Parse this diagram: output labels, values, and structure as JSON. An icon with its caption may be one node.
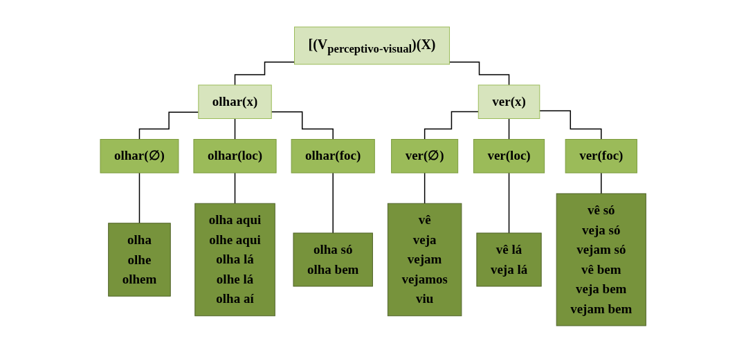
{
  "diagram": {
    "nodes": [
      {
        "text": [
          "[(V$_{perceptivo-visual}$)(X)"
        ]
      },
      {
        "text": [
          "olhar(x)"
        ]
      },
      {
        "text": [
          "ver(x)"
        ]
      },
      {
        "text": [
          "olhar(∅)"
        ]
      },
      {
        "text": [
          "olhar(loc)"
        ]
      },
      {
        "text": [
          "olhar(foc)"
        ]
      },
      {
        "text": [
          "ver(∅)"
        ]
      },
      {
        "text": [
          "ver(loc)"
        ]
      },
      {
        "text": [
          "ver(foc)"
        ]
      },
      {
        "text": [
          "olha",
          "olhe",
          "olhem"
        ]
      },
      {
        "text": [
          "olha aqui",
          "olhe aqui",
          "olha lá",
          "olhe lá",
          "olha aí"
        ]
      },
      {
        "text": [
          "olha só",
          "olha bem"
        ]
      },
      {
        "text": [
          "vê",
          "veja",
          "vejam",
          "vejamos",
          "viu"
        ]
      },
      {
        "text": [
          "vê lá",
          "veja lá"
        ]
      },
      {
        "text": [
          "vê só",
          "veja só",
          "vejam só",
          "vê bem",
          "veja bem",
          "vejam bem"
        ]
      }
    ],
    "edges": [
      {
        "from": 0,
        "to": 1,
        "arrow": "none"
      },
      {
        "from": 0,
        "to": 2,
        "arrow": "none"
      },
      {
        "from": 1,
        "to": 3,
        "arrow": "none"
      },
      {
        "from": 1,
        "to": 4,
        "arrow": "none"
      },
      {
        "from": 1,
        "to": 5,
        "arrow": "none"
      },
      {
        "from": 2,
        "to": 6,
        "arrow": "none"
      },
      {
        "from": 2,
        "to": 7,
        "arrow": "none"
      },
      {
        "from": 2,
        "to": 8,
        "arrow": "none"
      },
      {
        "from": 3,
        "to": 9,
        "arrow": "none"
      },
      {
        "from": 4,
        "to": 10,
        "arrow": "none"
      },
      {
        "from": 5,
        "to": 11,
        "arrow": "none"
      },
      {
        "from": 6,
        "to": 12,
        "arrow": "none"
      },
      {
        "from": 7,
        "to": 13,
        "arrow": "none"
      },
      {
        "from": 8,
        "to": 14,
        "arrow": "none"
      }
    ]
  }
}
